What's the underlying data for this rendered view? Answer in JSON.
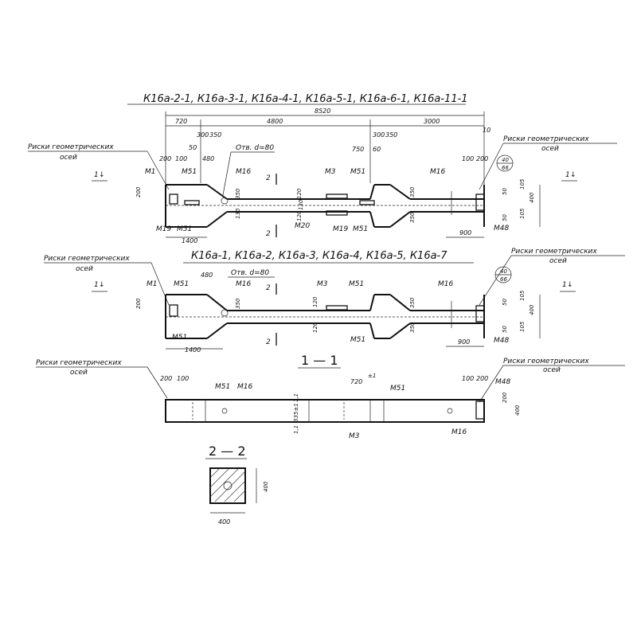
{
  "titles": {
    "group1": "К16а-2-1, К16а-3-1, К16а-4-1, К16а-5-1, К16а-6-1, К16а-11-1",
    "group2": "К16а-1, К16а-2, К16а-3, К16а-4, К16а-5, К16а-7",
    "section11": "1 — 1",
    "section22": "2 — 2"
  },
  "notes": {
    "axis_mark_left_1": "Риски геометрических",
    "axis_mark_left_2": "осей",
    "axis_mark_right_1": "Риски геометрических",
    "axis_mark_right_2": "осей",
    "hole_note": "Отв. d=80",
    "hole_note_2": "Отв. d=80",
    "weld_ref_top": "40",
    "weld_ref_bot": "66"
  },
  "embeds": {
    "m1": "М1",
    "m51": "М51",
    "m16": "М16",
    "m3": "М3",
    "m19": "М19",
    "m20": "М20",
    "m48": "М48"
  },
  "section_marks": {
    "one": "1",
    "two": "2"
  },
  "dims_top": {
    "overall": "8520",
    "left_720": "720",
    "mid_4800": "4800",
    "right_3000": "3000",
    "d300": "300",
    "d350": "350",
    "d300b": "300",
    "d350b": "350",
    "d50": "50",
    "d100": "100",
    "d200": "200",
    "d480": "480",
    "d750": "750",
    "d60": "60",
    "d10": "10",
    "d100r": "100",
    "d200r": "200",
    "d1400": "1400",
    "d900": "900",
    "h200": "200",
    "v120": "120",
    "v350": "350",
    "v130": "130",
    "v120b": "120",
    "v130b": "130",
    "v350r": "350",
    "v350rb": "350",
    "v50": "50",
    "v105": "105",
    "v400": "400",
    "v105b": "105",
    "v50b": "50"
  },
  "dims_mid": {
    "d480": "480",
    "h200": "200",
    "d1400": "1400",
    "d900": "900",
    "v350": "350",
    "v120": "120",
    "v350r": "350",
    "v120b": "120",
    "v350rb": "350",
    "v50": "50",
    "v105": "105",
    "v400": "400",
    "v105b": "105",
    "v50b": "50"
  },
  "dims_s11": {
    "d200": "200",
    "d100": "100",
    "d720": "720",
    "d720tol": "±1",
    "d100r": "100",
    "d200r": "200",
    "v200": "200",
    "v400": "400",
    "v_small": "1,1",
    "v_mid": "335±1",
    "v_small2": "1,1"
  },
  "dims_s22": {
    "d400": "400",
    "v400": "400"
  }
}
